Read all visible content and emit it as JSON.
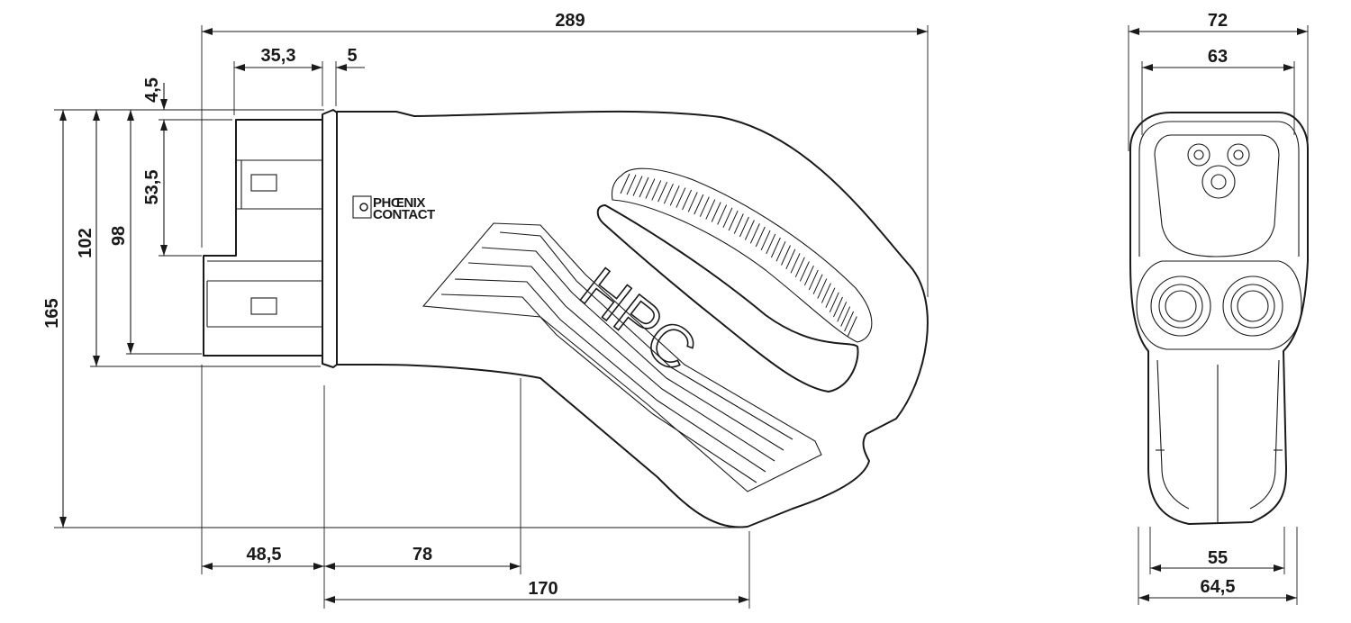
{
  "brand": {
    "line1": "PHŒNIX",
    "line2": "CONTACT"
  },
  "product_mark": "HPC",
  "dimensions": {
    "overall_length": "289",
    "contact_depth": "35,3",
    "flange": "5",
    "top_offset": "4,5",
    "upper_height": "53,5",
    "height_102": "102",
    "height_98": "98",
    "overall_height": "165",
    "lower_48_5": "48,5",
    "lower_78": "78",
    "lower_170": "170",
    "front_72": "72",
    "front_63": "63",
    "front_55": "55",
    "front_64_5": "64,5"
  },
  "colors": {
    "line": "#1a1a1a",
    "background": "#ffffff"
  }
}
